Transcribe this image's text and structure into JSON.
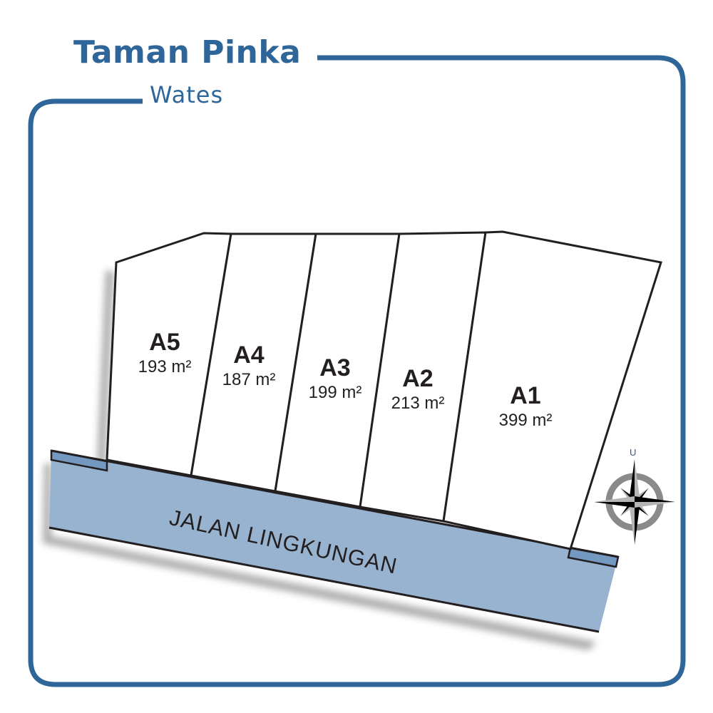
{
  "header": {
    "title": "Taman Pinka",
    "subtitle": "Wates"
  },
  "colors": {
    "frame": "#2f6699",
    "road": "#98b3d0",
    "curb": "#7399c0",
    "outline": "#231f20",
    "text": "#231f20"
  },
  "lots": [
    {
      "id": "A5",
      "area": "193 m²"
    },
    {
      "id": "A4",
      "area": "187 m²"
    },
    {
      "id": "A3",
      "area": "199 m²"
    },
    {
      "id": "A2",
      "area": "213 m²"
    },
    {
      "id": "A1",
      "area": "399 m²"
    }
  ],
  "road": {
    "label": "JALAN LINGKUNGAN"
  },
  "compass": {
    "north_label": "U",
    "icon": "compass-rose-icon"
  }
}
